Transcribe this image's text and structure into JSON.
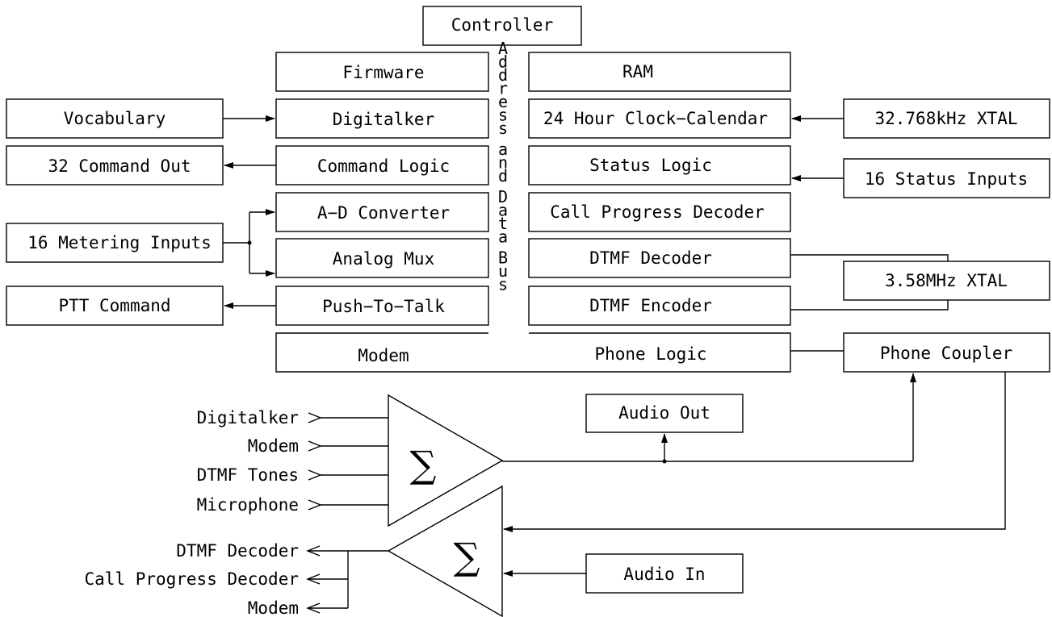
{
  "colors": {
    "line": "#000000",
    "background": "#ffffff"
  },
  "blocks": {
    "controller": "Controller",
    "firmware": "Firmware",
    "ram": "RAM",
    "digitalker": "Digitalker",
    "clock": "24 Hour Clock−Calendar",
    "command_logic": "Command Logic",
    "status_logic": "Status Logic",
    "adc": "A−D Converter",
    "call_progress": "Call Progress Decoder",
    "analog_mux": "Analog Mux",
    "dtmf_decoder": "DTMF Decoder",
    "ptt": "Push−To−Talk",
    "dtmf_encoder": "DTMF Encoder",
    "modem": "Modem",
    "phone_logic": "Phone Logic"
  },
  "bus_label": "Address and Data Bus",
  "external": {
    "vocabulary": "Vocabulary",
    "command_out": "32 Command Out",
    "metering_inputs": "16 Metering Inputs",
    "ptt_command": "PTT Command",
    "xtal_32k": "32.768kHz XTAL",
    "status_inputs": "16 Status Inputs",
    "xtal_358": "3.58MHz XTAL",
    "phone_coupler": "Phone Coupler",
    "audio_out": "Audio Out",
    "audio_in": "Audio In"
  },
  "summer_symbol": "∑",
  "mixer_inputs": [
    "Digitalker",
    "Modem",
    "DTMF Tones",
    "Microphone"
  ],
  "receive_outputs": [
    "DTMF Decoder",
    "Call Progress Decoder",
    "Modem"
  ]
}
